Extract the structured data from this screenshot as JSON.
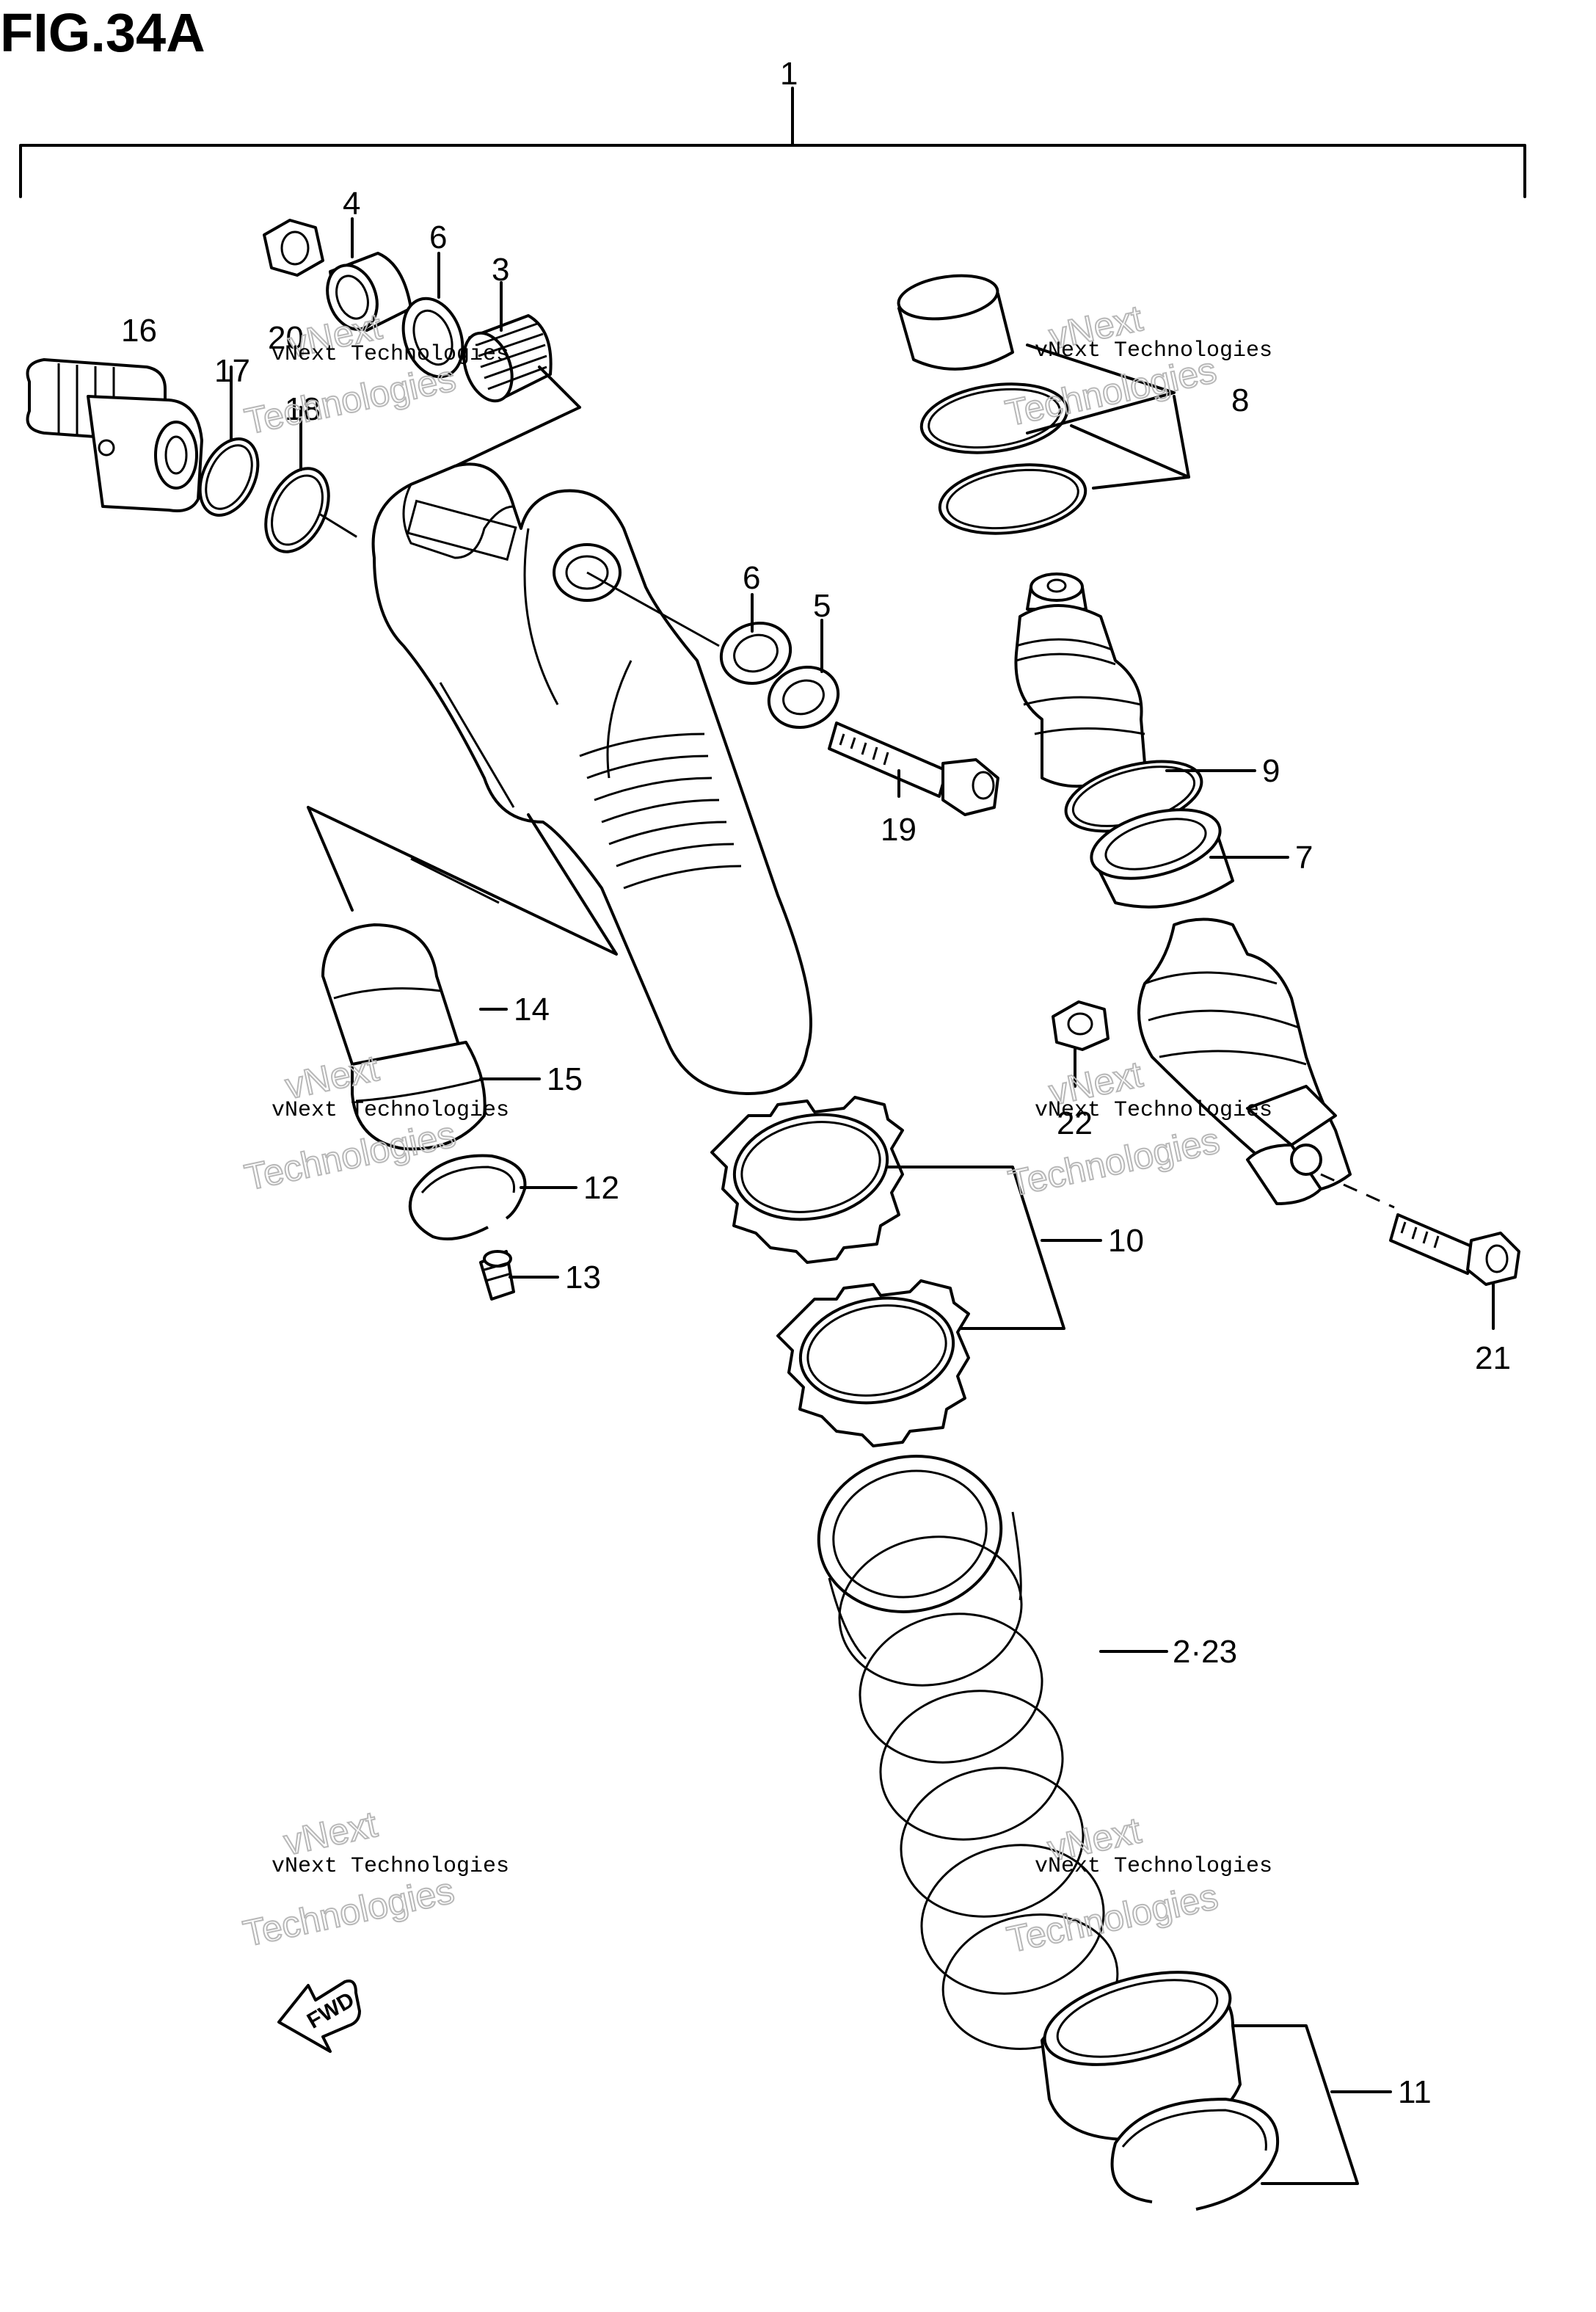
{
  "figure": {
    "title": "FIG.34A"
  },
  "callouts": [
    {
      "id": "c1",
      "label": "1"
    },
    {
      "id": "c2_23",
      "label": "2·23"
    },
    {
      "id": "c3",
      "label": "3"
    },
    {
      "id": "c4",
      "label": "4"
    },
    {
      "id": "c5",
      "label": "5"
    },
    {
      "id": "c6a",
      "label": "6"
    },
    {
      "id": "c6b",
      "label": "6"
    },
    {
      "id": "c7",
      "label": "7"
    },
    {
      "id": "c8",
      "label": "8"
    },
    {
      "id": "c9",
      "label": "9"
    },
    {
      "id": "c10",
      "label": "10"
    },
    {
      "id": "c11",
      "label": "11"
    },
    {
      "id": "c12",
      "label": "12"
    },
    {
      "id": "c13",
      "label": "13"
    },
    {
      "id": "c14",
      "label": "14"
    },
    {
      "id": "c15",
      "label": "15"
    },
    {
      "id": "c16",
      "label": "16"
    },
    {
      "id": "c17",
      "label": "17"
    },
    {
      "id": "c18",
      "label": "18"
    },
    {
      "id": "c19",
      "label": "19"
    },
    {
      "id": "c20",
      "label": "20"
    },
    {
      "id": "c21",
      "label": "21"
    },
    {
      "id": "c22",
      "label": "22"
    }
  ],
  "direction_badge": {
    "label": "FWD",
    "icon": "forward-arrow-icon"
  },
  "watermark": {
    "line1": "vNext Technologies",
    "line2": "vNext",
    "line3": "Technologies"
  }
}
